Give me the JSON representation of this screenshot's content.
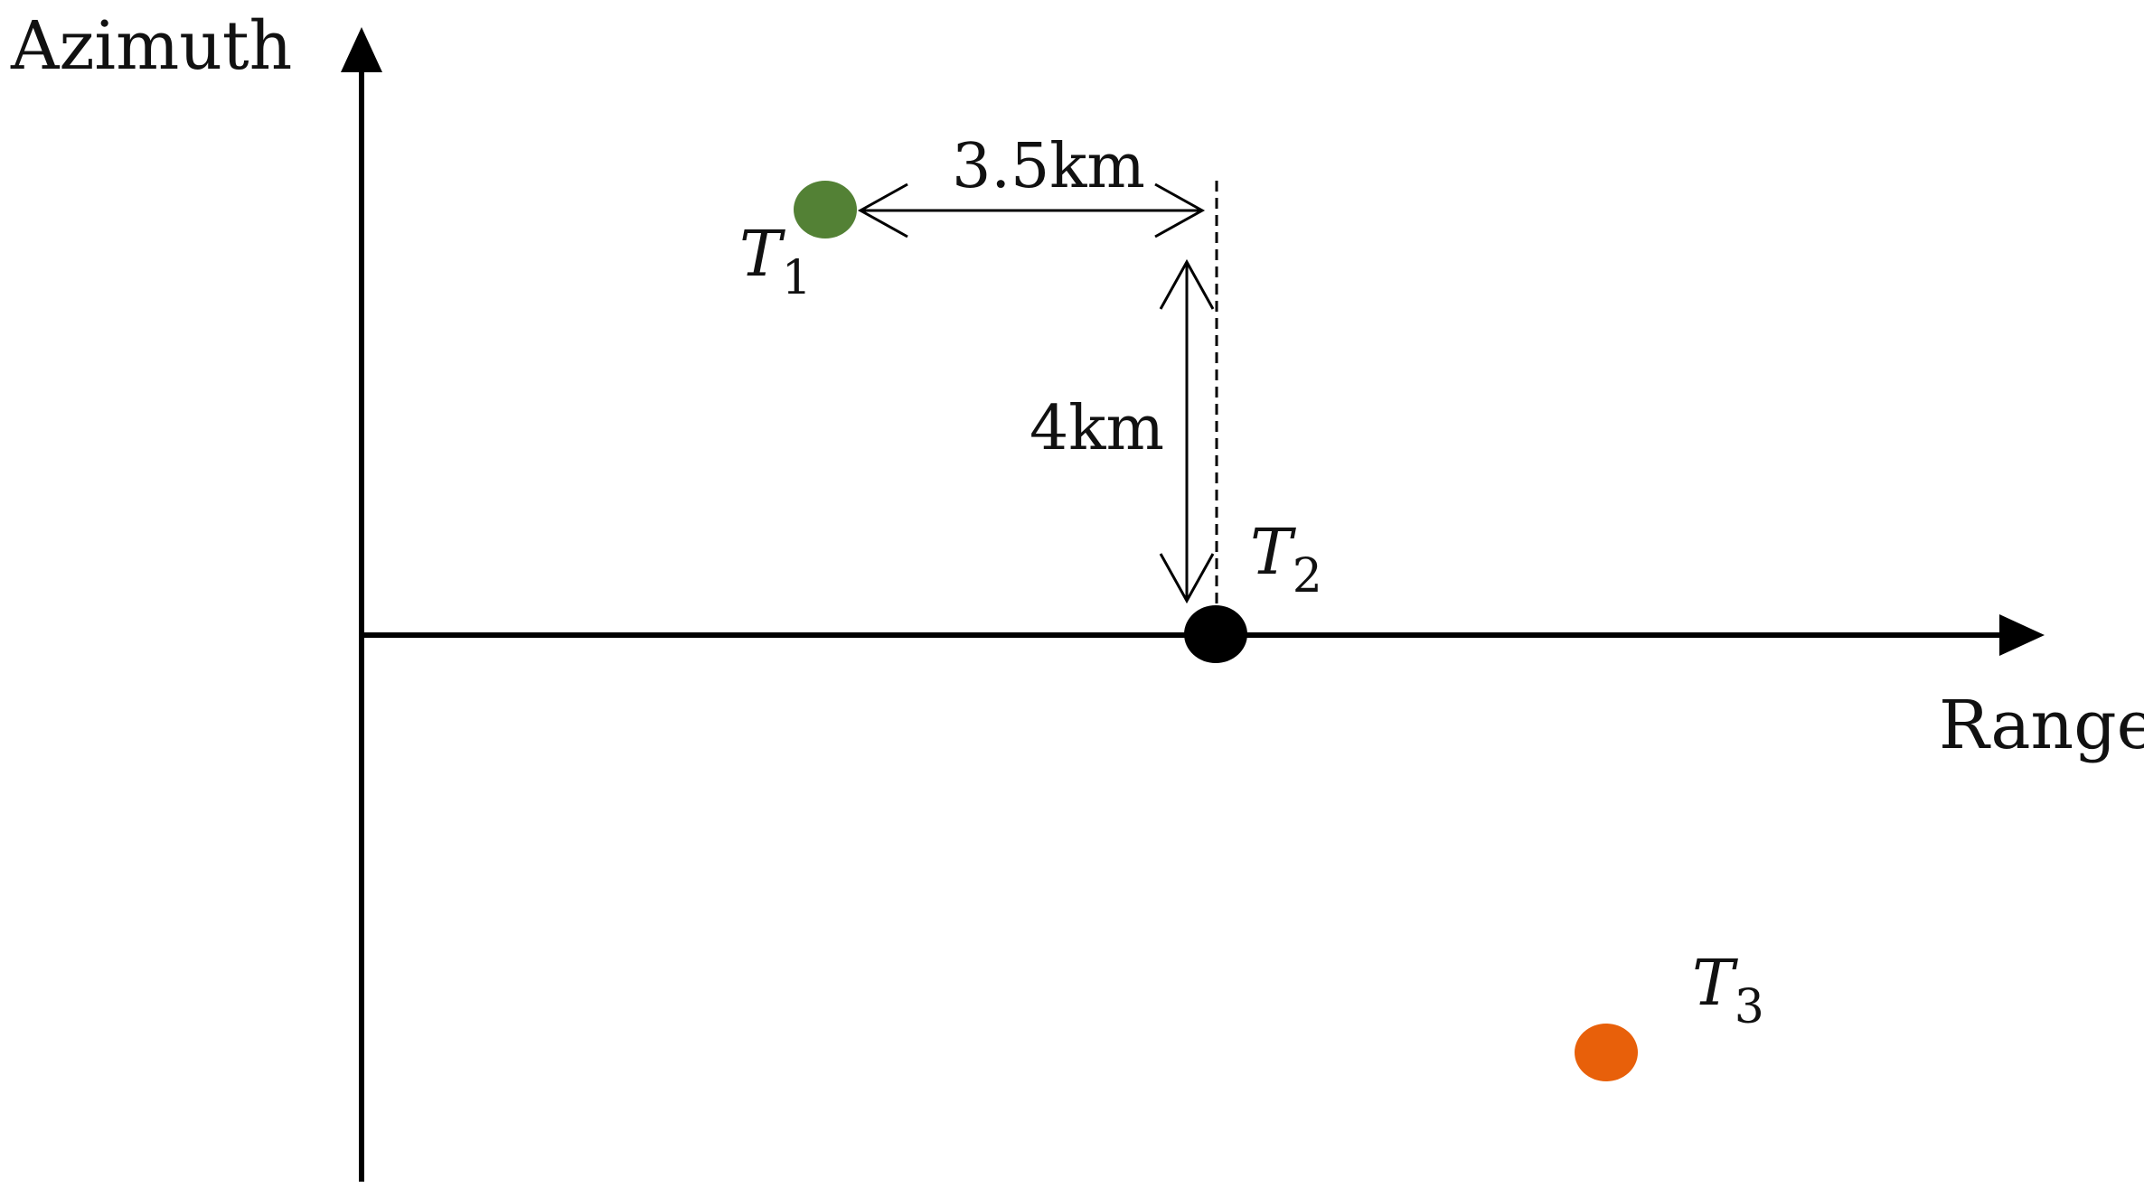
{
  "axes": {
    "y_label": "Azimuth",
    "x_label": "Range"
  },
  "dimensions": {
    "horizontal": "3.5km",
    "vertical": "4km"
  },
  "targets": [
    {
      "letter": "T",
      "index": "1",
      "color": "#538135"
    },
    {
      "letter": "T",
      "index": "2",
      "color": "#000000"
    },
    {
      "letter": "T",
      "index": "3",
      "color": "#E8600A"
    }
  ],
  "colors": {
    "line": "#000000",
    "text": "#111111"
  }
}
